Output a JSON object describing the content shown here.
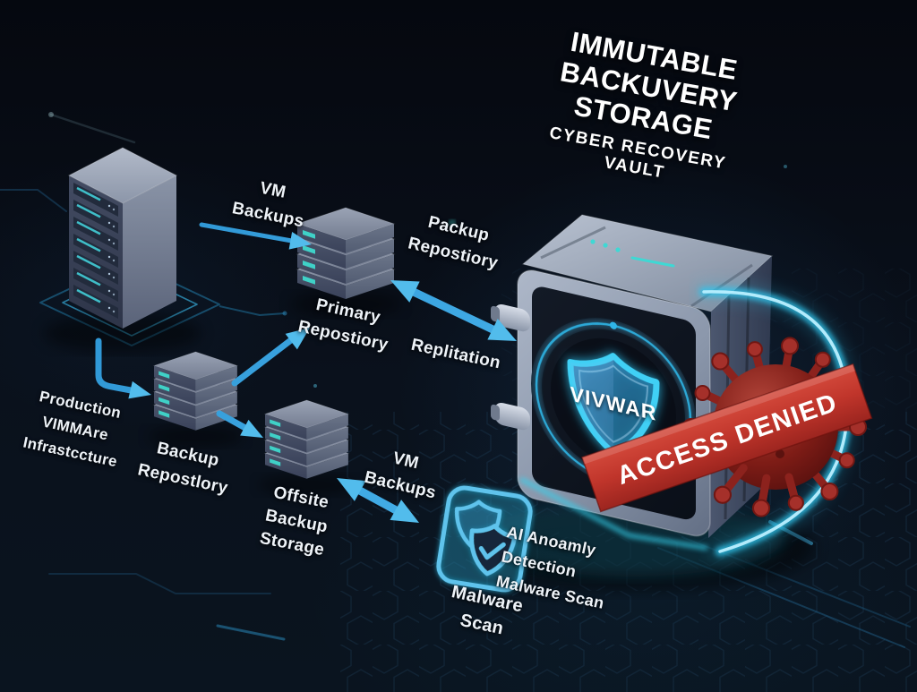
{
  "title": {
    "lines": [
      "IMMUTABLE",
      "BACKUVERY",
      "STORAGE"
    ],
    "subtitle": "CYBER RECOVERY VAULT"
  },
  "nodes": {
    "production_server": {
      "lines": [
        "Production",
        "VIMMAre",
        "Infrastccture"
      ]
    },
    "primary_repository": {
      "lines": [
        "Primary",
        "Repostiory"
      ]
    },
    "backup_repository": {
      "lines": [
        "Backup",
        "Repostlory"
      ]
    },
    "offsite_storage": {
      "lines": [
        "Offsite",
        "Backup",
        "Storage"
      ]
    },
    "vault": {
      "shield_text": "VIVWAR",
      "banner_text": "ACCESS DENIED"
    },
    "malware_scan": {
      "caption": "Malware Scan",
      "detail_lines": [
        "AI Anoamly Detection",
        "Malware Scan"
      ]
    }
  },
  "connections": {
    "vm_backups_top": "VM Backups",
    "packup_repository": {
      "lines": [
        "Packup",
        "Repostiory"
      ]
    },
    "replication": "Replitation",
    "vm_backups_bottom": "VM Backups"
  },
  "icons": {
    "server": "server-tower-icon",
    "repository": "disk-stack-icon",
    "vault": "vault-safe-icon",
    "shield": "shield-icon",
    "virus": "virus-icon",
    "scan": "malware-scan-shield-icon"
  },
  "colors": {
    "background": "#070b12",
    "accent_cyan": "#3fd0f5",
    "arrow_blue": "#38a8e3",
    "led_teal": "#3fd8cc",
    "danger_red": "#c23a30"
  }
}
